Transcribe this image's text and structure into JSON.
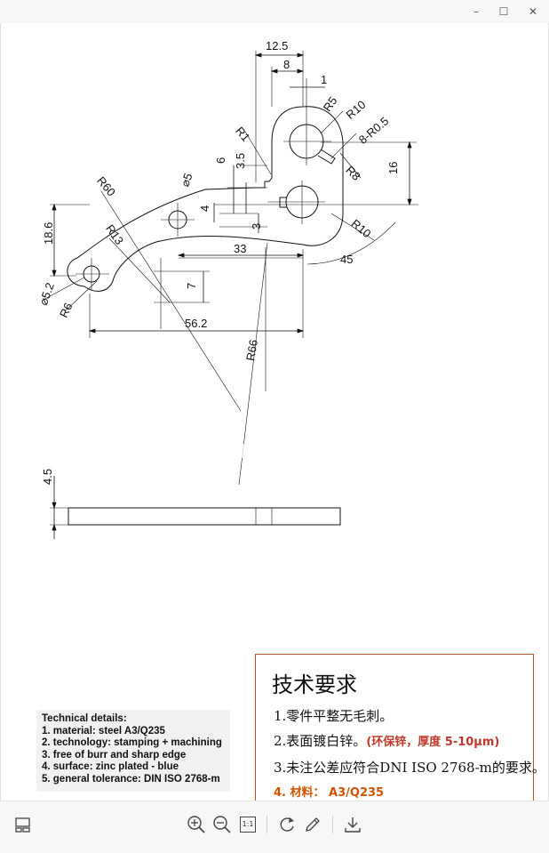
{
  "window": {
    "minimize_glyph": "–",
    "maximize_glyph": "☐",
    "close_glyph": "✕"
  },
  "drawing": {
    "dims": {
      "d12_5": "12.5",
      "d8": "8",
      "d1": "1",
      "r5": "R5",
      "r10_top": "R10",
      "r1": "R1",
      "r8_r05": "8-R0.5",
      "d6": "6",
      "d3_5": "3.5",
      "r8": "R8",
      "d16": "16",
      "r60": "R60",
      "phi5": "⌀5",
      "d4": "4",
      "d3": "3",
      "r10_bottom": "R10",
      "d18_6": "18.6",
      "r13": "R13",
      "d33": "33",
      "d45": "45",
      "phi5_2": "⌀5.2",
      "r6": "R6",
      "d7": "7",
      "d56_2": "56.2",
      "r66": "R66",
      "d4_5": "4.5"
    }
  },
  "technical_details_en": {
    "heading": "Technical details:",
    "lines": [
      "1. material:  steel A3/Q235",
      "2. technology: stamping + machining",
      "3. free of burr and sharp edge",
      "4. surface: zinc plated - blue",
      "5. general tolerance: DIN ISO 2768-m"
    ]
  },
  "technical_requirements_zh": {
    "title": "技术要求",
    "line1": "1.零件平整无毛刺。",
    "line2_main": "2.表面镀白锌。",
    "line2_note": "(环保锌，厚度 5-10μm)",
    "line3": "3.未注公差应符合DNI ISO 2768-m的要求。",
    "line4": "4. 材料：  A3/Q235"
  },
  "colors": {
    "frame_border": "#b9512a",
    "note_red": "#c0392b",
    "material_orange": "#d35400"
  },
  "toolbar": {
    "actual_size_label": "1:1"
  }
}
